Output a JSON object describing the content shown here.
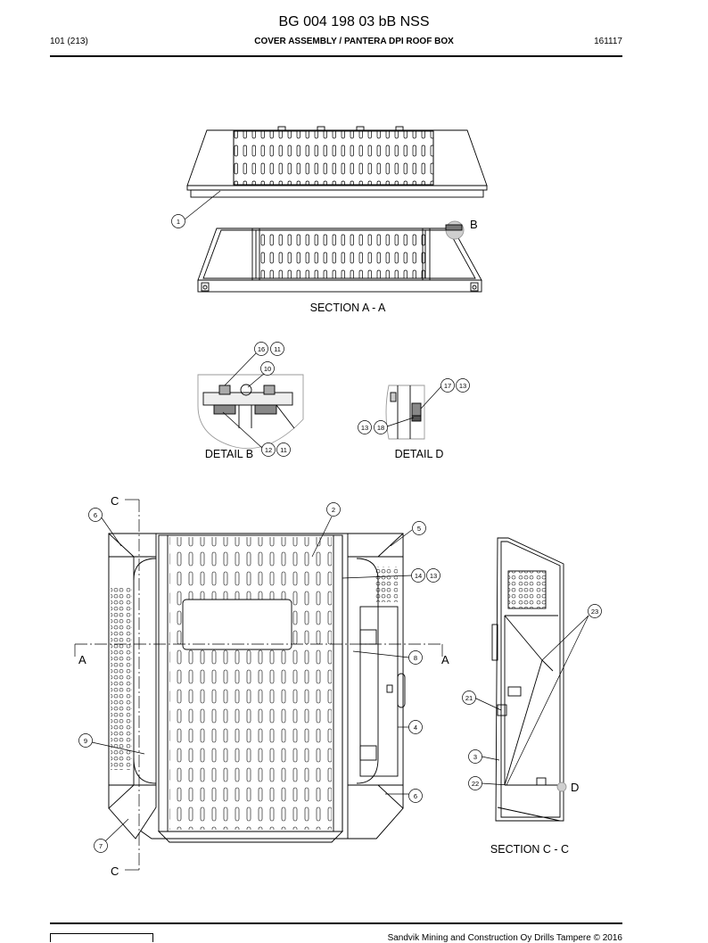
{
  "header": {
    "title": "BG 004 198 03 bB NSS",
    "page": "101 (213)",
    "subtitle": "COVER ASSEMBLY / PANTERA DPI ROOF BOX",
    "date": "161117"
  },
  "views": {
    "section_aa": "SECTION A - A",
    "detail_b": "DETAIL B",
    "detail_d": "DETAIL D",
    "section_cc": "SECTION C - C"
  },
  "markers": {
    "a": "A",
    "b": "B",
    "c": "C",
    "d": "D"
  },
  "callouts": {
    "c1": "1",
    "c2": "2",
    "c3": "3",
    "c4": "4",
    "c5": "5",
    "c6": "6",
    "c7": "7",
    "c8": "8",
    "c9": "9",
    "c10": "10",
    "c11": "11",
    "c12": "12",
    "c13": "13",
    "c14": "14",
    "c16": "16",
    "c17": "17",
    "c18": "18",
    "c21": "21",
    "c22": "22",
    "c23": "23"
  },
  "footer": {
    "text": "Sandvik Mining and Construction Oy Drills Tampere © 2016"
  }
}
